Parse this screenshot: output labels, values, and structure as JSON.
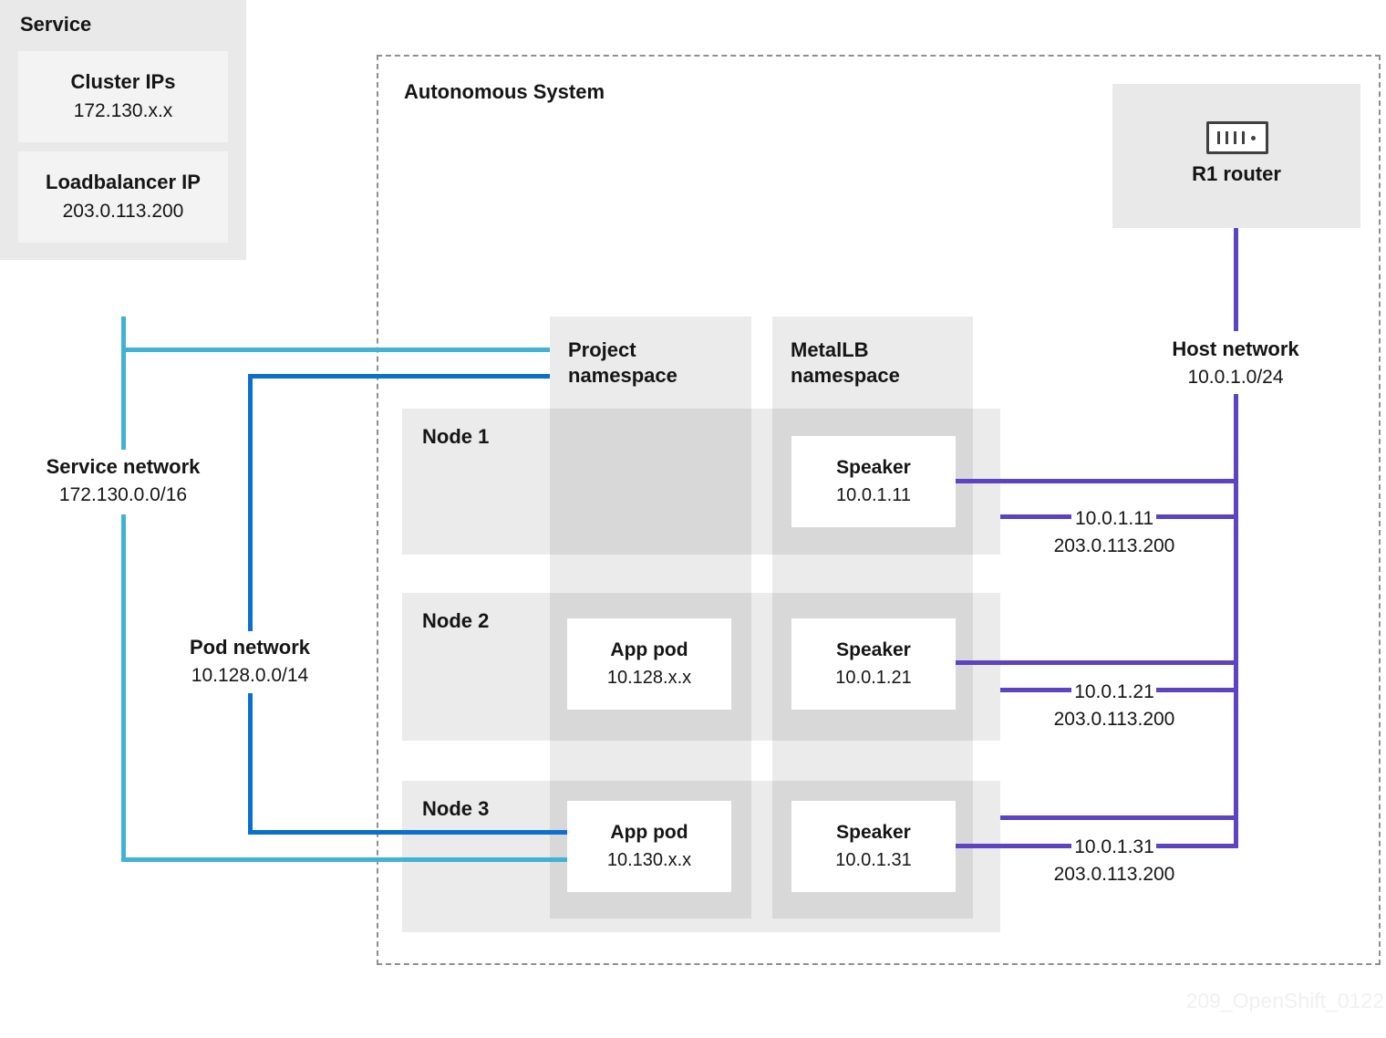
{
  "service": {
    "title": "Service",
    "items": [
      {
        "label": "Cluster IPs",
        "value": "172.130.x.x"
      },
      {
        "label": "Loadbalancer IP",
        "value": "203.0.113.200"
      }
    ]
  },
  "autonomous_system_label": "Autonomous System",
  "router_label": "R1 router",
  "namespaces": [
    {
      "label": "Project\nnamespace"
    },
    {
      "label": "MetalLB\nnamespace"
    }
  ],
  "networks": {
    "host": {
      "label": "Host network",
      "cidr": "10.0.1.0/24"
    },
    "service": {
      "label": "Service network",
      "cidr": "172.130.0.0/16"
    },
    "pod": {
      "label": "Pod network",
      "cidr": "10.128.0.0/14"
    }
  },
  "nodes": [
    {
      "label": "Node 1",
      "speaker": {
        "title": "Speaker",
        "ip": "10.0.1.11"
      },
      "advertisement": {
        "ip": "10.0.1.11",
        "loadbalancer_ip": "203.0.113.200"
      }
    },
    {
      "label": "Node 2",
      "app_pod": {
        "title": "App pod",
        "ip": "10.128.x.x"
      },
      "speaker": {
        "title": "Speaker",
        "ip": "10.0.1.21"
      },
      "advertisement": {
        "ip": "10.0.1.21",
        "loadbalancer_ip": "203.0.113.200"
      }
    },
    {
      "label": "Node 3",
      "app_pod": {
        "title": "App pod",
        "ip": "10.130.x.x"
      },
      "speaker": {
        "title": "Speaker",
        "ip": "10.0.1.31"
      },
      "advertisement": {
        "ip": "10.0.1.31",
        "loadbalancer_ip": "203.0.113.200"
      }
    }
  ],
  "watermark": "209_OpenShift_0122",
  "colors": {
    "service_network_line": "#41b2d6",
    "pod_network_line": "#0b6ed0",
    "host_network_line": "#5b43c2",
    "box_gray": "#e9e9e9",
    "inner_box_gray": "#f3f3f3"
  }
}
